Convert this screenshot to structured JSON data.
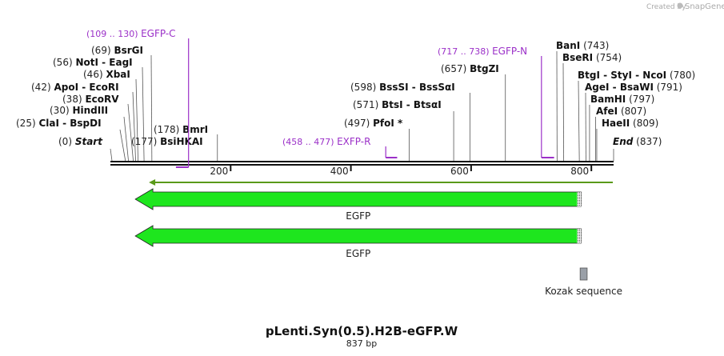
{
  "credit": {
    "text": "Created by",
    "brand": "SnapGene"
  },
  "title": "pLenti.Syn(0.5).H2B-eGFP.W",
  "length_label": "837 bp",
  "sequence": {
    "length": 837
  },
  "colors": {
    "primer": "#9b30c8",
    "feature": "#1ee61e",
    "arrow": "#5a9a1a",
    "kozak": "#9aa0a8"
  },
  "ticks": [
    {
      "value": 200,
      "label": "200"
    },
    {
      "value": 400,
      "label": "400"
    },
    {
      "value": 600,
      "label": "600"
    },
    {
      "value": 800,
      "label": "800"
    }
  ],
  "sites_left": [
    {
      "pos": 0,
      "pos_label": "(0)",
      "name": "Start",
      "style": "italic"
    },
    {
      "pos": 25,
      "pos_label": "(25)",
      "name": "ClaI  -  BspDI"
    },
    {
      "pos": 30,
      "pos_label": "(30)",
      "name": "HindIII"
    },
    {
      "pos": 38,
      "pos_label": "(38)",
      "name": "EcoRV"
    },
    {
      "pos": 42,
      "pos_label": "(42)",
      "name": "ApoI  -  EcoRI"
    },
    {
      "pos": 46,
      "pos_label": "(46)",
      "name": "XbaI"
    },
    {
      "pos": 56,
      "pos_label": "(56)",
      "name": "NotI  -  EagI"
    },
    {
      "pos": 69,
      "pos_label": "(69)",
      "name": "BsrGI"
    }
  ],
  "sites_mid": [
    {
      "pos": 177,
      "pos_label": "(177)",
      "name": "BsiHKAI"
    },
    {
      "pos": 178,
      "pos_label": "(178)",
      "name": "BmrI"
    },
    {
      "pos": 497,
      "pos_label": "(497)",
      "name": "PfoI *"
    },
    {
      "pos": 571,
      "pos_label": "(571)",
      "name": "BtsI  -  BtsαI"
    },
    {
      "pos": 598,
      "pos_label": "(598)",
      "name": "BssSI  -  BssSαI"
    },
    {
      "pos": 657,
      "pos_label": "(657)",
      "name": "BtgZI"
    }
  ],
  "sites_right": [
    {
      "pos": 743,
      "pos_label": "(743)",
      "name": "BanI"
    },
    {
      "pos": 754,
      "pos_label": "(754)",
      "name": "BseRI"
    },
    {
      "pos": 780,
      "pos_label": "(780)",
      "name": "BtgI  -  StyI  -  NcoI"
    },
    {
      "pos": 791,
      "pos_label": "(791)",
      "name": "AgeI  -  BsaWI"
    },
    {
      "pos": 797,
      "pos_label": "(797)",
      "name": "BamHI"
    },
    {
      "pos": 807,
      "pos_label": "(807)",
      "name": "AfeI"
    },
    {
      "pos": 809,
      "pos_label": "(809)",
      "name": "HaeII"
    },
    {
      "pos": 837,
      "pos_label": "(837)",
      "name": "End",
      "style": "italic"
    }
  ],
  "primers": [
    {
      "name": "EGFP-C",
      "range_label": "(109 .. 130)",
      "start": 109,
      "end": 130,
      "strand": "reverse"
    },
    {
      "name": "EXFP-R",
      "range_label": "(458 .. 477)",
      "start": 458,
      "end": 477,
      "strand": "forward"
    },
    {
      "name": "EGFP-N",
      "range_label": "(717 .. 738)",
      "start": 717,
      "end": 738,
      "strand": "forward"
    }
  ],
  "orf": {
    "start": 64,
    "end": 837,
    "strand": "reverse"
  },
  "features": [
    {
      "name": "EGFP",
      "start": 64,
      "end": 783,
      "strand": "reverse"
    },
    {
      "name": "EGFP",
      "start": 64,
      "end": 783,
      "strand": "reverse"
    },
    {
      "name": "Kozak sequence",
      "start": 784,
      "end": 793
    }
  ]
}
